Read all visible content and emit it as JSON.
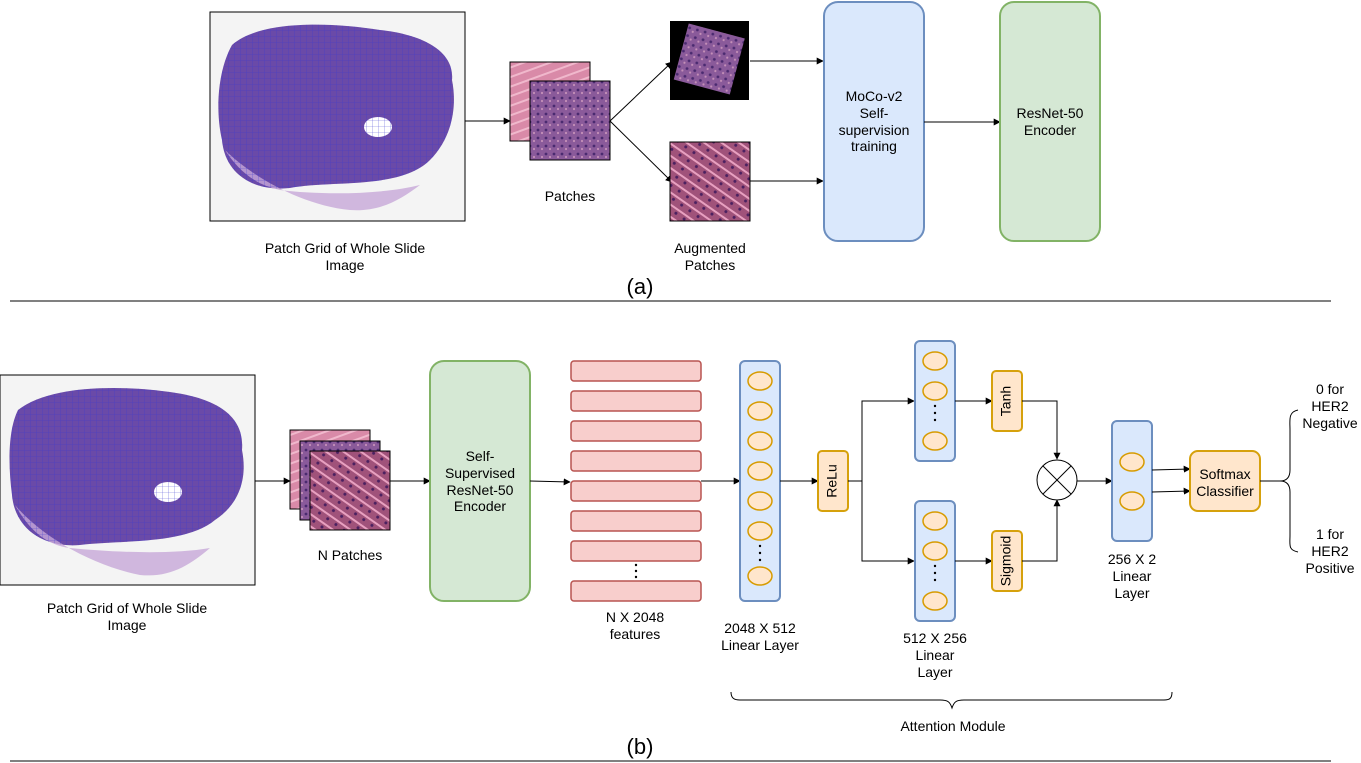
{
  "panel_a": {
    "caption": "(a)",
    "wsi_label": [
      "Patch Grid of Whole Slide",
      "Image"
    ],
    "patches_label": "Patches",
    "augmented_label": [
      "Augmented",
      "Patches"
    ],
    "moco_label": [
      "MoCo-v2",
      "Self-",
      "supervision",
      "training"
    ],
    "resnet_label": [
      "ResNet-50",
      "Encoder"
    ]
  },
  "panel_b": {
    "caption": "(b)",
    "wsi_label": [
      "Patch Grid of Whole Slide",
      "Image"
    ],
    "patches_label": "N Patches",
    "encoder_label": [
      "Self-",
      "Supervised",
      "ResNet-50",
      "Encoder"
    ],
    "features_label": [
      "N X 2048",
      "features"
    ],
    "linear1_label": [
      "2048 X 512",
      "Linear Layer"
    ],
    "relu_label": "ReLu",
    "linear2_label": [
      "512 X 256",
      "Linear",
      "Layer"
    ],
    "tanh_label": "Tanh",
    "sigmoid_label": "Sigmoid",
    "linear3_label": [
      "256 X 2",
      "Linear",
      "Layer"
    ],
    "softmax_label": [
      "Softmax",
      "Classifier"
    ],
    "out_negative": [
      "0 for",
      "HER2",
      "Negative"
    ],
    "out_positive": [
      "1 for",
      "HER2",
      "Positive"
    ],
    "attention_label": "Attention Module"
  },
  "colors": {
    "blue_fill": "#dae8fc",
    "blue_stroke": "#6c8ebf",
    "green_fill": "#d5e8d4",
    "green_stroke": "#82b366",
    "red_fill": "#f8cecc",
    "red_stroke": "#b85450",
    "orange_fill": "#ffe6cc",
    "orange_stroke": "#d6a10c",
    "node_fill": "#ffe6cc",
    "node_stroke": "#d79b00",
    "tissue": "#6a4aa8",
    "patch": "#a0527a"
  }
}
